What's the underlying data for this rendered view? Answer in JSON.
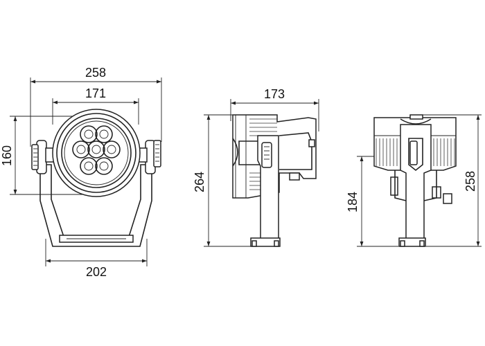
{
  "front_view": {
    "overall_width": "258",
    "lens_width": "171",
    "head_height": "160",
    "bracket_width": "202"
  },
  "side_view": {
    "depth": "173",
    "total_height": "264"
  },
  "rear_view": {
    "bracket_height": "184",
    "total_height": "258"
  },
  "colors": {
    "line": "#222222",
    "background": "#ffffff"
  }
}
